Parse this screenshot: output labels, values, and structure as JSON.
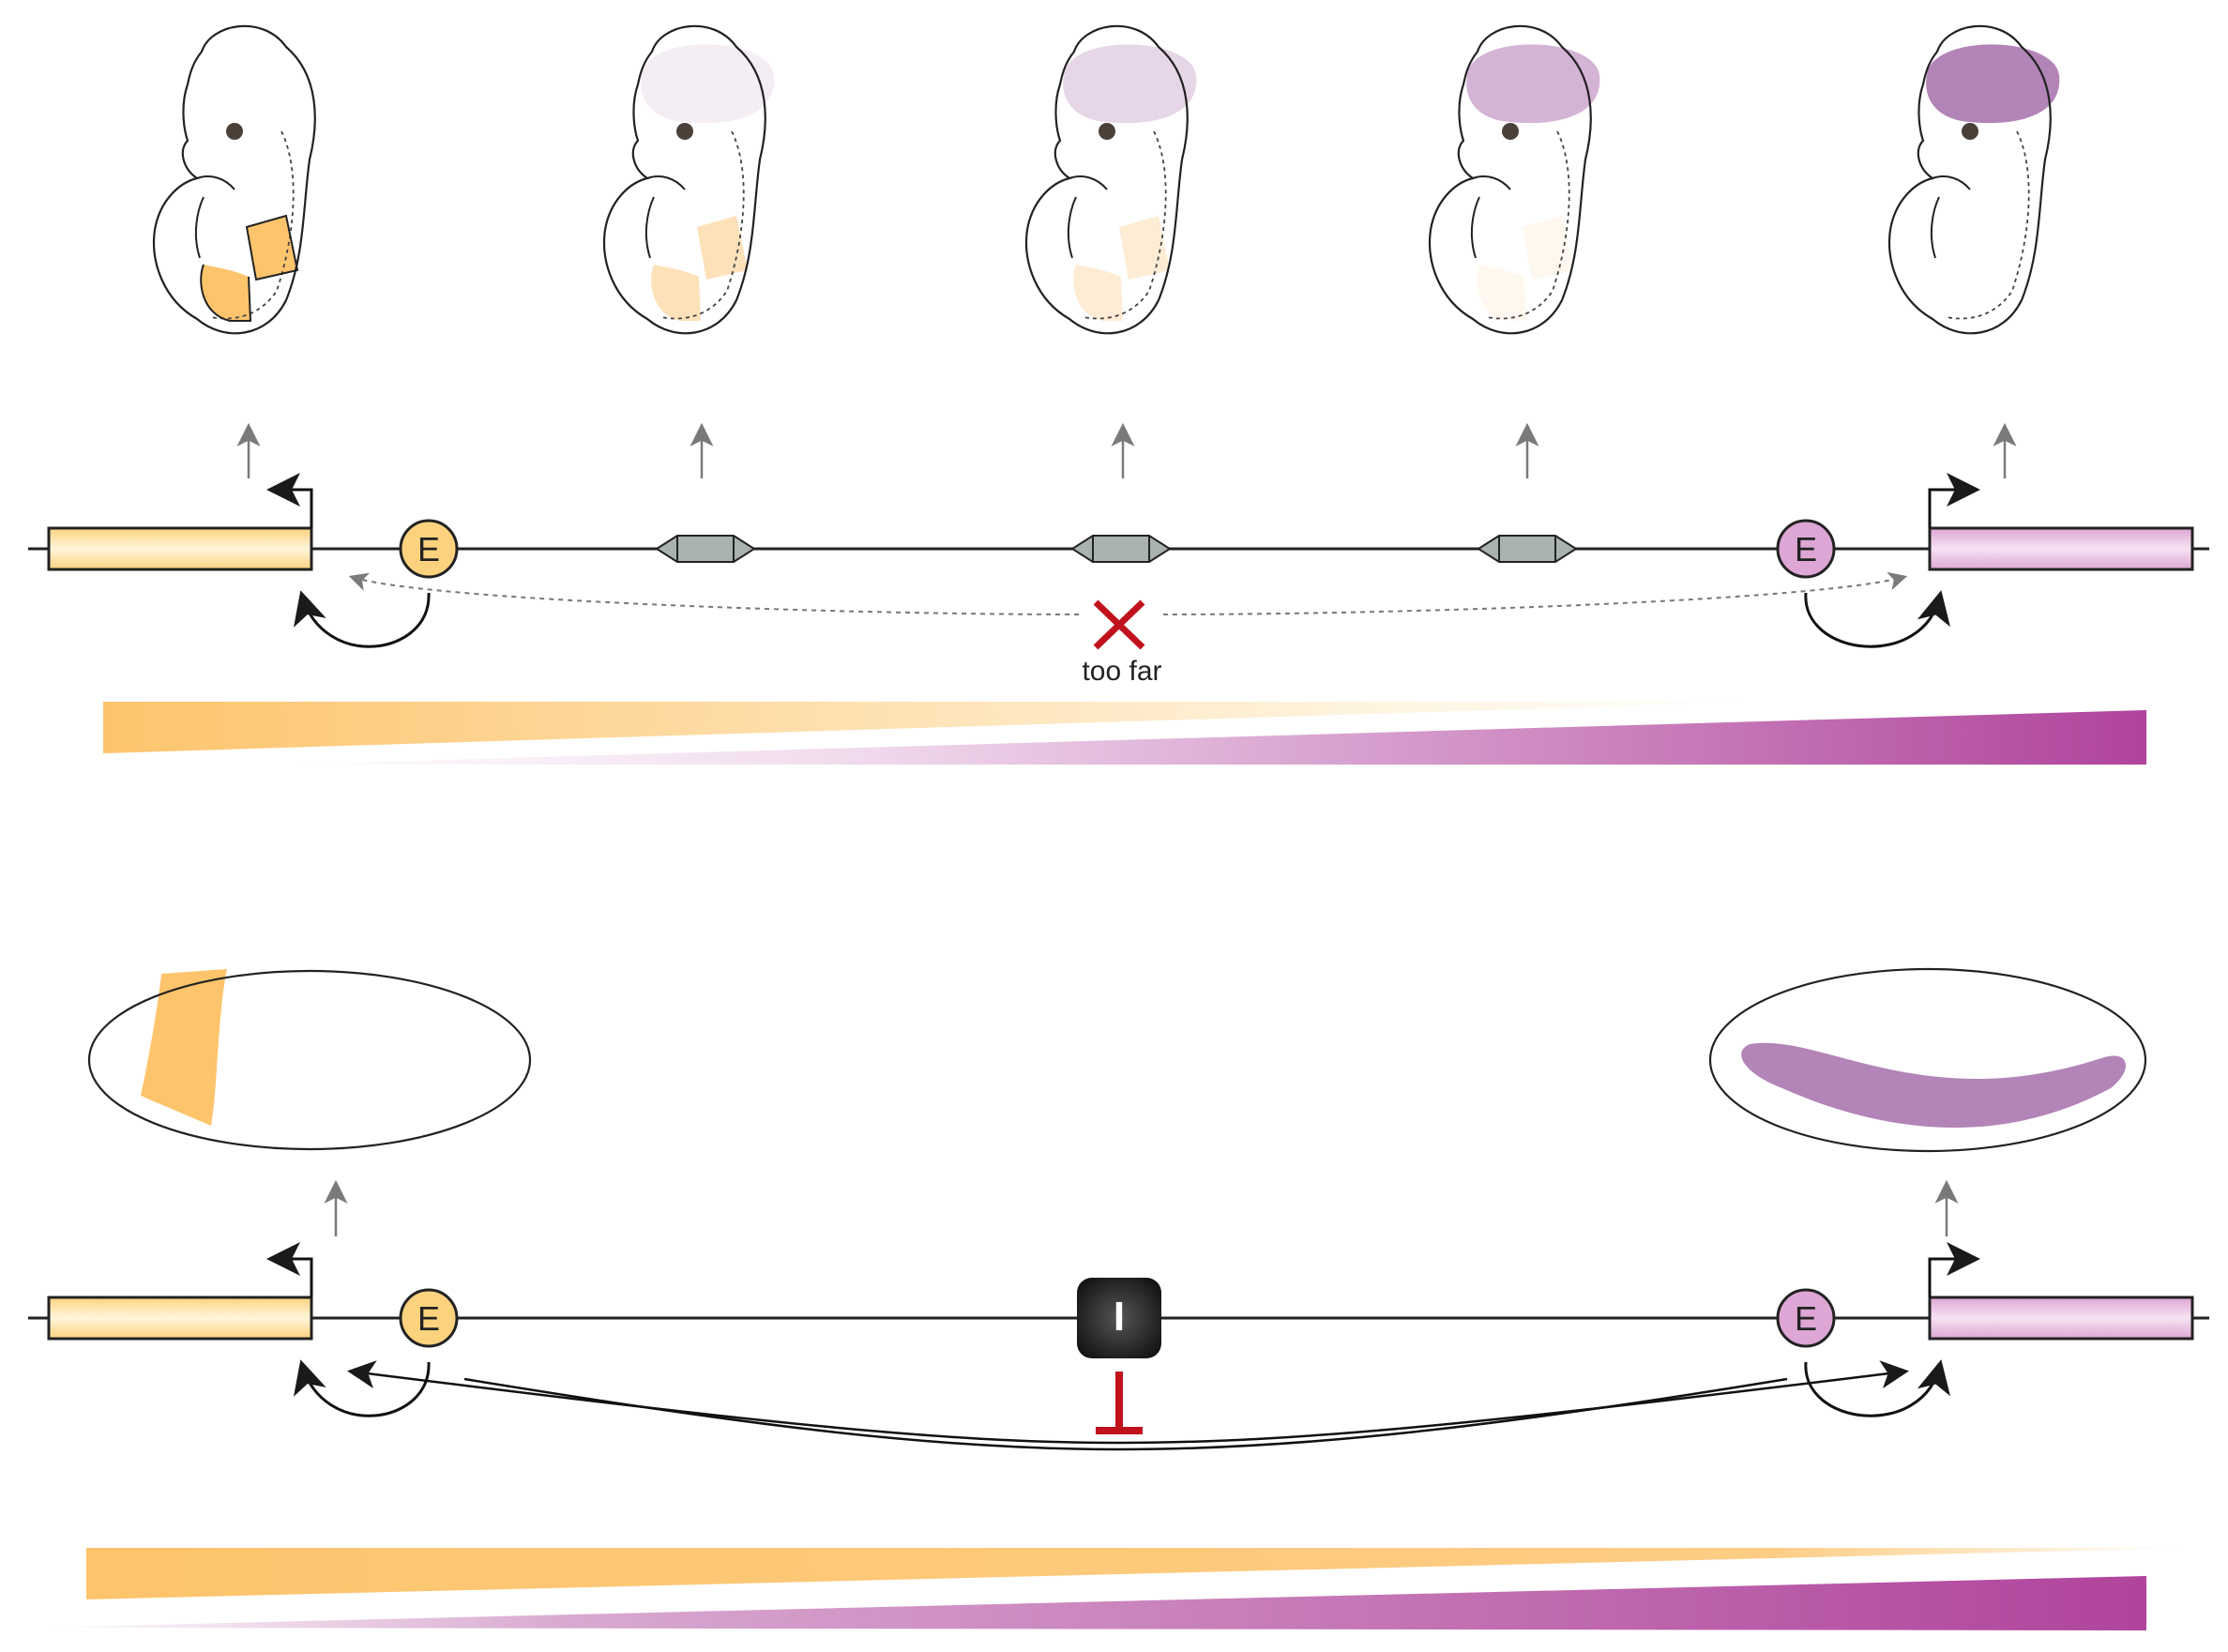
{
  "colors": {
    "yellow": "#fdc46c",
    "yellow_light": "#fef0cc",
    "purple": "#b0509e",
    "purple_mid": "#b384b8",
    "purple_light": "#ecc8e6",
    "insulator": "#2b2b2b",
    "block_red": "#c0121d",
    "ctcf_gray": "#a9b3ad"
  },
  "panel_top": {
    "enhancer_left_label": "E",
    "enhancer_right_label": "E",
    "cross_label": "too far",
    "embryo_purple_levels": [
      0,
      0.15,
      0.35,
      0.6,
      1.0
    ],
    "embryo_yellow_levels": [
      1.0,
      0.45,
      0.25,
      0.08,
      0
    ]
  },
  "panel_bottom": {
    "enhancer_left_label": "E",
    "enhancer_right_label": "E",
    "insulator_label": "I"
  }
}
